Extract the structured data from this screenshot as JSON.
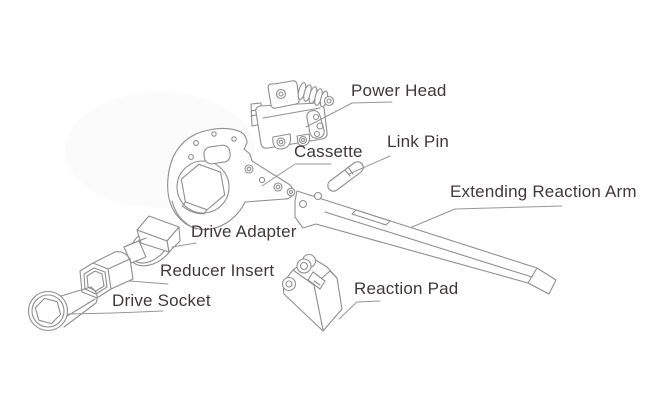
{
  "diagram": {
    "type": "exploded-parts-diagram",
    "subject": "hydraulic torque wrench assembly",
    "labels": {
      "power_head": "Power Head",
      "cassette": "Cassette",
      "link_pin": "Link Pin",
      "extending_reaction_arm": "Extending Reaction Arm",
      "drive_adapter": "Drive Adapter",
      "reducer_insert": "Reducer Insert",
      "drive_socket": "Drive Socket",
      "reaction_pad": "Reaction Pad"
    },
    "colors": {
      "line": "#8f8f8f",
      "text": "#3d3a39",
      "background": "#ffffff"
    }
  }
}
